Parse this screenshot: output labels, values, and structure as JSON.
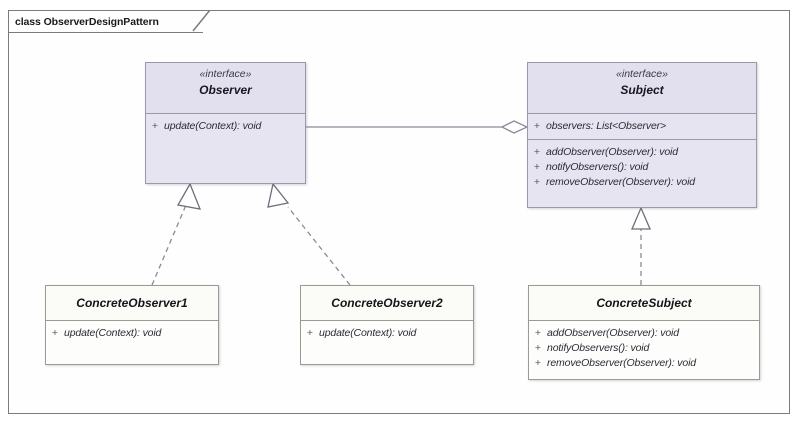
{
  "frame": {
    "keyword": "class",
    "name": "ObserverDesignPattern",
    "label": "class ObserverDesignPattern"
  },
  "classes": {
    "observer": {
      "stereotype": "«interface»",
      "name": "Observer",
      "operations": [
        {
          "visibility": "+",
          "text": "update(Context): void"
        }
      ]
    },
    "subject": {
      "stereotype": "«interface»",
      "name": "Subject",
      "attributes": [
        {
          "visibility": "+",
          "text": "observers: List<Observer>"
        }
      ],
      "operations": [
        {
          "visibility": "+",
          "text": "addObserver(Observer): void"
        },
        {
          "visibility": "+",
          "text": "notifyObservers(): void"
        },
        {
          "visibility": "+",
          "text": "removeObserver(Observer): void"
        }
      ]
    },
    "concrete_observer_1": {
      "name": "ConcreteObserver1",
      "operations": [
        {
          "visibility": "+",
          "text": "update(Context): void"
        }
      ]
    },
    "concrete_observer_2": {
      "name": "ConcreteObserver2",
      "operations": [
        {
          "visibility": "+",
          "text": "update(Context): void"
        }
      ]
    },
    "concrete_subject": {
      "name": "ConcreteSubject",
      "operations": [
        {
          "visibility": "+",
          "text": "addObserver(Observer): void"
        },
        {
          "visibility": "+",
          "text": "notifyObservers(): void"
        },
        {
          "visibility": "+",
          "text": "removeObserver(Observer): void"
        }
      ]
    }
  },
  "connectors": [
    {
      "name": "observer-subject-aggregation",
      "type": "aggregation",
      "from": "Observer",
      "to": "Subject",
      "style": "solid",
      "end_marker": "hollow-diamond"
    },
    {
      "name": "concreteobserver1-observer-realization",
      "type": "realization",
      "from": "ConcreteObserver1",
      "to": "Observer",
      "style": "dashed",
      "end_marker": "hollow-triangle"
    },
    {
      "name": "concreteobserver2-observer-realization",
      "type": "realization",
      "from": "ConcreteObserver2",
      "to": "Observer",
      "style": "dashed",
      "end_marker": "hollow-triangle"
    },
    {
      "name": "concretesubject-subject-realization",
      "type": "realization",
      "from": "ConcreteSubject",
      "to": "Subject",
      "style": "dashed",
      "end_marker": "hollow-triangle"
    }
  ],
  "colors": {
    "interface_fill": "#e6e4f1",
    "interface_header": "#e2e0ef",
    "interface_border": "#9a98ad",
    "concrete_fill": "#fdfdfb",
    "concrete_border": "#9c9a92",
    "frame_border": "#7b7b7b",
    "connector": "#8d8a99",
    "background": "#ffffff"
  }
}
